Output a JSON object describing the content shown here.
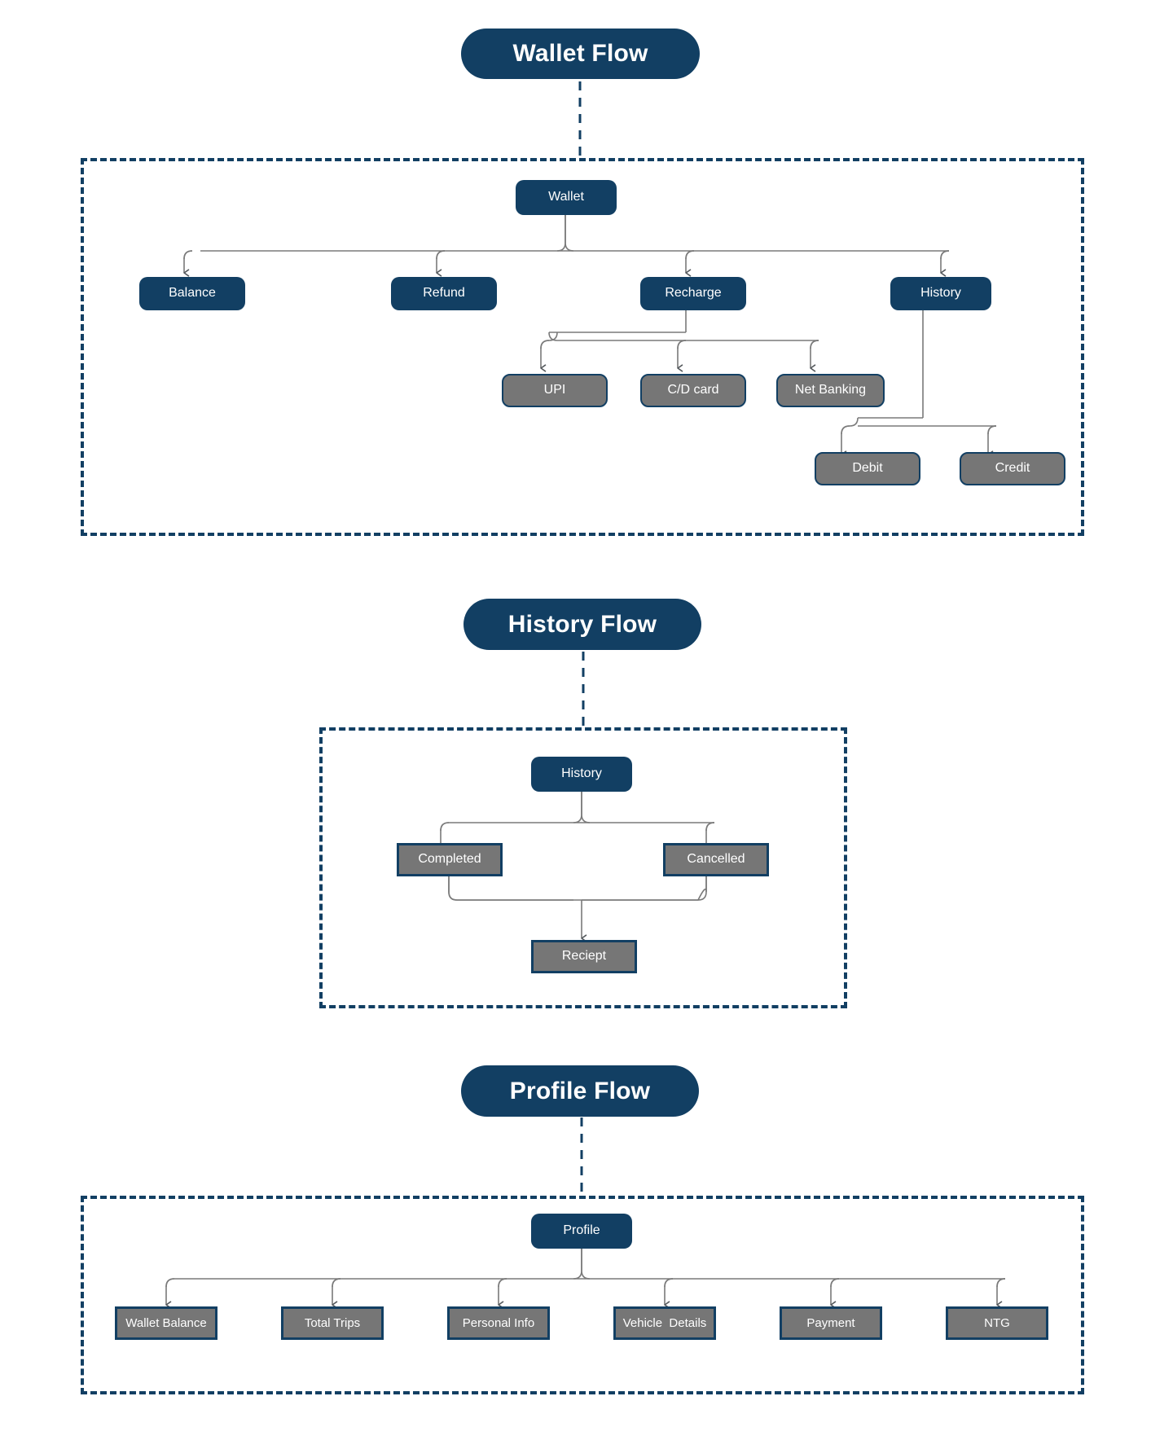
{
  "diagram": {
    "title_text_color": "#ffffff",
    "accent_blue": "#123f63",
    "node_gray": "#767676",
    "connector_gray": "#7a7a7a"
  },
  "sections": [
    {
      "id": "wallet-flow",
      "title": "Wallet Flow",
      "root": {
        "label": "Wallet"
      },
      "level1": [
        {
          "label": "Balance"
        },
        {
          "label": "Refund"
        },
        {
          "label": "Recharge"
        },
        {
          "label": "History"
        }
      ],
      "recharge_children": [
        {
          "label": "UPI"
        },
        {
          "label": "C/D card"
        },
        {
          "label": "Net Banking"
        }
      ],
      "history_children": [
        {
          "label": "Debit"
        },
        {
          "label": "Credit"
        }
      ]
    },
    {
      "id": "history-flow",
      "title": "History Flow",
      "root": {
        "label": "History"
      },
      "level1": [
        {
          "label": "Completed"
        },
        {
          "label": "Cancelled"
        }
      ],
      "merge": {
        "label": "Reciept"
      }
    },
    {
      "id": "profile-flow",
      "title": "Profile Flow",
      "root": {
        "label": "Profile"
      },
      "level1": [
        {
          "label": "Wallet Balance"
        },
        {
          "label": "Total Trips"
        },
        {
          "label": "Personal Info"
        },
        {
          "label": "Vehicle  Details"
        },
        {
          "label": "Payment"
        },
        {
          "label": "NTG"
        }
      ]
    }
  ]
}
